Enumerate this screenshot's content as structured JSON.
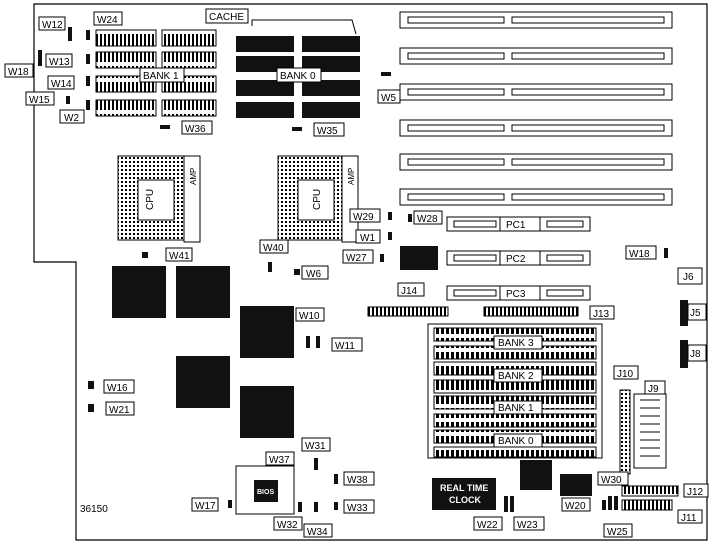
{
  "labels": {
    "cache": "CACHE",
    "bank1_cache": "BANK 1",
    "bank0_cache": "BANK 0",
    "cpu": "CPU",
    "amp": "AMP",
    "pc1": "PC1",
    "pc2": "PC2",
    "pc3": "PC3",
    "j5": "J5",
    "j6": "J6",
    "j8": "J8",
    "j9": "J9",
    "j10": "J10",
    "j11": "J11",
    "j12": "J12",
    "j13": "J13",
    "j14": "J14",
    "bank3_mem": "BANK 3",
    "bank2_mem": "BANK 2",
    "bank1_mem": "BANK 1",
    "bank0_mem": "BANK 0",
    "rtc_line1": "REAL TIME",
    "rtc_line2": "CLOCK",
    "bios": "BIOS",
    "board_number": "36150"
  },
  "jumpers": {
    "w1": "W1",
    "w2": "W2",
    "w5": "W5",
    "w6": "W6",
    "w10": "W10",
    "w11": "W11",
    "w12": "W12",
    "w13": "W13",
    "w14": "W14",
    "w15": "W15",
    "w16": "W16",
    "w17": "W17",
    "w18a": "W18",
    "w18b": "W18",
    "w20": "W20",
    "w21": "W21",
    "w22": "W22",
    "w23": "W23",
    "w24": "W24",
    "w25": "W25",
    "w27": "W27",
    "w28": "W28",
    "w29": "W29",
    "w30": "W30",
    "w31": "W31",
    "w32": "W32",
    "w33": "W33",
    "w34": "W34",
    "w35": "W35",
    "w36": "W36",
    "w37": "W37",
    "w38": "W38",
    "w40": "W40",
    "w41": "W41"
  },
  "colors": {
    "ink": "#000000",
    "paper": "#ffffff"
  }
}
